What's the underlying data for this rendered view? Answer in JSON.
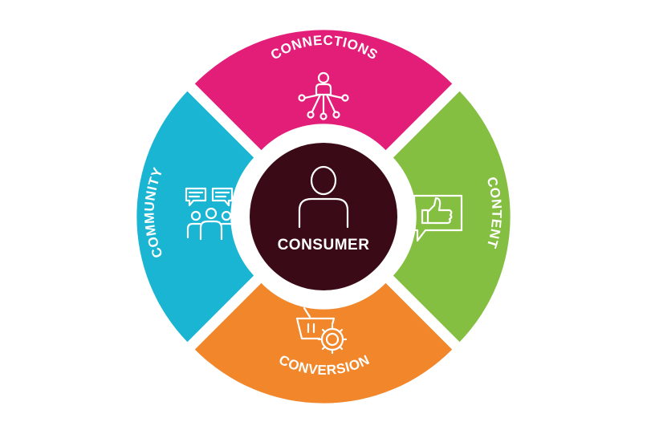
{
  "diagram": {
    "center": {
      "label": "CONSUMER",
      "icon": "person-icon",
      "color": "#3a0a16"
    },
    "segments": [
      {
        "id": "connections",
        "label": "CONNECTIONS",
        "icon": "network-person-icon",
        "color": "#e31e79"
      },
      {
        "id": "content",
        "label": "CONTENT",
        "icon": "thumbs-up-chat-icon",
        "color": "#84bf41"
      },
      {
        "id": "conversion",
        "label": "CONVERSION",
        "icon": "basket-gear-icon",
        "color": "#f1862a"
      },
      {
        "id": "community",
        "label": "COMMUNITY",
        "icon": "group-chat-icon",
        "color": "#19b5d2"
      }
    ]
  }
}
